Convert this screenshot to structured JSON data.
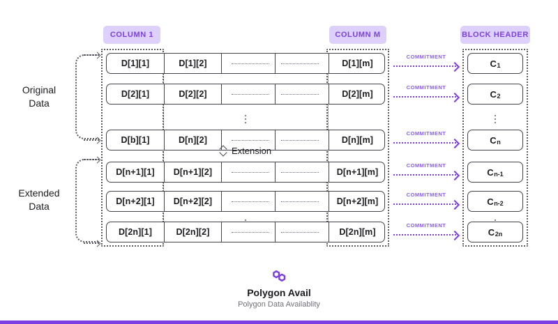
{
  "diagram": {
    "title": "Polygon Avail data availability matrix",
    "column_headers": [
      {
        "id": "column-1",
        "label": "COLUMN 1"
      },
      {
        "id": "column-m",
        "label": "COLUMN M"
      },
      {
        "id": "block-header",
        "label": "BLOCK HEADER"
      }
    ],
    "side_labels": {
      "original": "Original\nData",
      "original_line1": "Original",
      "original_line2": "Data",
      "extended_line1": "Extended",
      "extended_line2": "Data"
    },
    "extension_label": "Extension",
    "commitment_label": "COMMITMENT",
    "rows": [
      {
        "id": "row-1",
        "cells": [
          "D[1][1]",
          "D[1][2]",
          "",
          "",
          "D[1][m]"
        ],
        "commitment": "C",
        "commitment_sub": "1"
      },
      {
        "id": "row-2",
        "cells": [
          "D[2][1]",
          "D[2][2]",
          "",
          "",
          "D[2][m]"
        ],
        "commitment": "C",
        "commitment_sub": "2"
      },
      {
        "id": "row-n",
        "cells": [
          "D[b][1]",
          "D[n][2]",
          "",
          "",
          "D[n][m]"
        ],
        "commitment": "C",
        "commitment_sub": "n"
      },
      {
        "id": "row-n1",
        "cells": [
          "D[n+1][1]",
          "D[n+1][2]",
          "",
          "",
          "D[n+1][m]"
        ],
        "commitment": "C",
        "commitment_sub": "n-1"
      },
      {
        "id": "row-n2",
        "cells": [
          "D[n+2][1]",
          "D[n+2][2]",
          "",
          "",
          "D[n+2][m]"
        ],
        "commitment": "C",
        "commitment_sub": "n-2"
      },
      {
        "id": "row-2n",
        "cells": [
          "D[2n][1]",
          "D[2n][2]",
          "",
          "",
          "D[2n][m]"
        ],
        "commitment": "C",
        "commitment_sub": "2n"
      }
    ],
    "colors": {
      "badge_bg": "#ddd0fb",
      "badge_text": "#7b3fe4",
      "commitment_arrow": "#7c3aed",
      "box_border": "#41414a",
      "dotted_group": "#5b5b64",
      "bottom_bar": "#7b3fe4"
    }
  },
  "footer": {
    "brand_name": "Polygon Avail",
    "tagline": "Polygon Data Availablity",
    "logo_icon": "polygon-avail-infinity-logo"
  }
}
